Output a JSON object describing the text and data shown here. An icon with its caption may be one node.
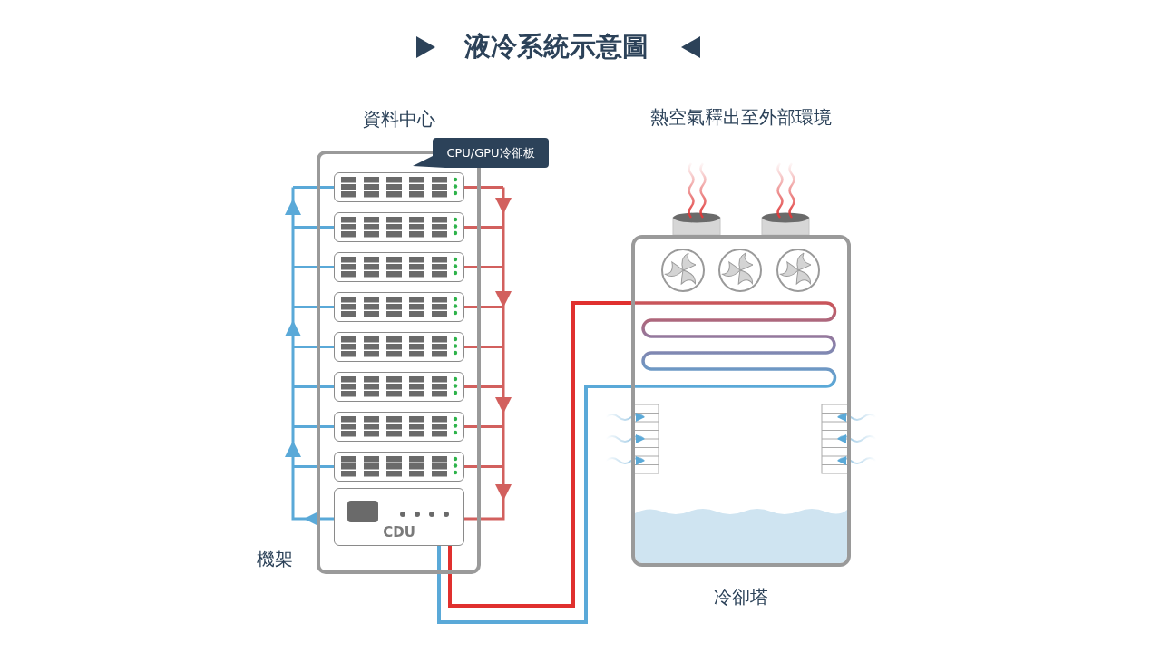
{
  "diagram": {
    "title": "液冷系統示意圖",
    "nodes": [
      {
        "text": [
          "資料中心"
        ],
        "beside": [
          "機架"
        ]
      },
      {
        "text": [],
        "shape": "box",
        "in": 0
      },
      {
        "text": [],
        "shape": "box",
        "in": 0
      },
      {
        "text": [],
        "shape": "box",
        "in": 0
      },
      {
        "text": [],
        "shape": "box",
        "in": 0
      },
      {
        "text": [],
        "shape": "box",
        "in": 0
      },
      {
        "text": [],
        "shape": "box",
        "in": 0
      },
      {
        "text": [],
        "shape": "box",
        "in": 0
      },
      {
        "text": [],
        "shape": "box",
        "in": 0
      },
      {
        "text": [
          "CDU"
        ],
        "in": 0
      },
      {
        "text": [
          "CPU/GPU冷卻板"
        ]
      },
      {
        "text": [
          "冷卻塔"
        ]
      }
    ],
    "edges": [
      {
        "from": 1,
        "to": 9,
        "arrow": "to",
        "color": "#d2605e"
      },
      {
        "from": 2,
        "to": 9,
        "arrow": "to",
        "color": "#d2605e"
      },
      {
        "from": 3,
        "to": 9,
        "arrow": "to",
        "color": "#d2605e"
      },
      {
        "from": 4,
        "to": 9,
        "arrow": "to",
        "color": "#d2605e"
      },
      {
        "from": 5,
        "to": 9,
        "arrow": "to",
        "color": "#d2605e"
      },
      {
        "from": 6,
        "to": 9,
        "arrow": "to",
        "color": "#d2605e"
      },
      {
        "from": 7,
        "to": 9,
        "arrow": "to",
        "color": "#d2605e"
      },
      {
        "from": 8,
        "to": 9,
        "arrow": "to",
        "color": "#d2605e"
      },
      {
        "from": 9,
        "to": 1,
        "arrow": "to",
        "color": "#5aa9d8"
      },
      {
        "from": 9,
        "to": 2,
        "arrow": "to",
        "color": "#5aa9d8"
      },
      {
        "from": 9,
        "to": 3,
        "arrow": "to",
        "color": "#5aa9d8"
      },
      {
        "from": 9,
        "to": 4,
        "arrow": "to",
        "color": "#5aa9d8"
      },
      {
        "from": 9,
        "to": 5,
        "arrow": "to",
        "color": "#5aa9d8"
      },
      {
        "from": 9,
        "to": 6,
        "arrow": "to",
        "color": "#5aa9d8"
      },
      {
        "from": 9,
        "to": 7,
        "arrow": "to",
        "color": "#5aa9d8"
      },
      {
        "from": 9,
        "to": 8,
        "arrow": "to",
        "color": "#5aa9d8"
      },
      {
        "from": 9,
        "to": 11,
        "arrow": "none",
        "color": "#e0302e"
      },
      {
        "from": 11,
        "to": 9,
        "arrow": "none",
        "color": "#5aa9d8"
      }
    ],
    "labels": [
      "熱空氣釋出至外部環境"
    ]
  }
}
